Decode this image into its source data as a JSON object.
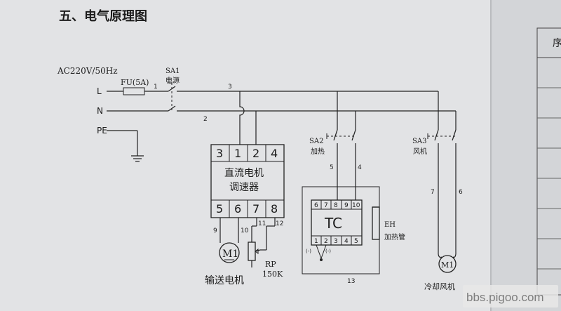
{
  "title": "五、电气原理图",
  "supply": "AC220V/50Hz",
  "lines": {
    "L": "L",
    "N": "N",
    "PE": "PE"
  },
  "fuse": "FU(5A)",
  "sa1": {
    "tag": "SA1",
    "name": "电源"
  },
  "wire_nums": {
    "w1": "1",
    "w2": "2",
    "w3": "3",
    "w4": "4",
    "w5": "5",
    "w6": "6",
    "w7": "7",
    "w9": "9",
    "w10": "10",
    "w11": "11",
    "w12": "12",
    "w13": "13"
  },
  "controller": {
    "top_terminals": [
      "3",
      "1",
      "2",
      "4"
    ],
    "line1": "直流电机",
    "line2": "调速器",
    "bottom_terminals": [
      "5",
      "6",
      "7",
      "8"
    ]
  },
  "motor_label": "M1",
  "motor_name": "输送电机",
  "rp": {
    "tag": "RP",
    "value": "150K"
  },
  "sa2": {
    "tag": "SA2",
    "name": "加热"
  },
  "tc": {
    "top_terminals": [
      "6",
      "7",
      "8",
      "9",
      "10"
    ],
    "label": "TC",
    "bottom_terminals": [
      "1",
      "2",
      "3",
      "4",
      "5"
    ],
    "minus_left": "(-)",
    "minus_right": "(-)"
  },
  "eh": {
    "tag": "EH",
    "name": "加热管"
  },
  "sa3": {
    "tag": "SA3",
    "name": "风机"
  },
  "fan_motor_label": "M1",
  "fan_name": "冷却风机",
  "table_header": "序",
  "watermark": "bbs.pigoo.com"
}
